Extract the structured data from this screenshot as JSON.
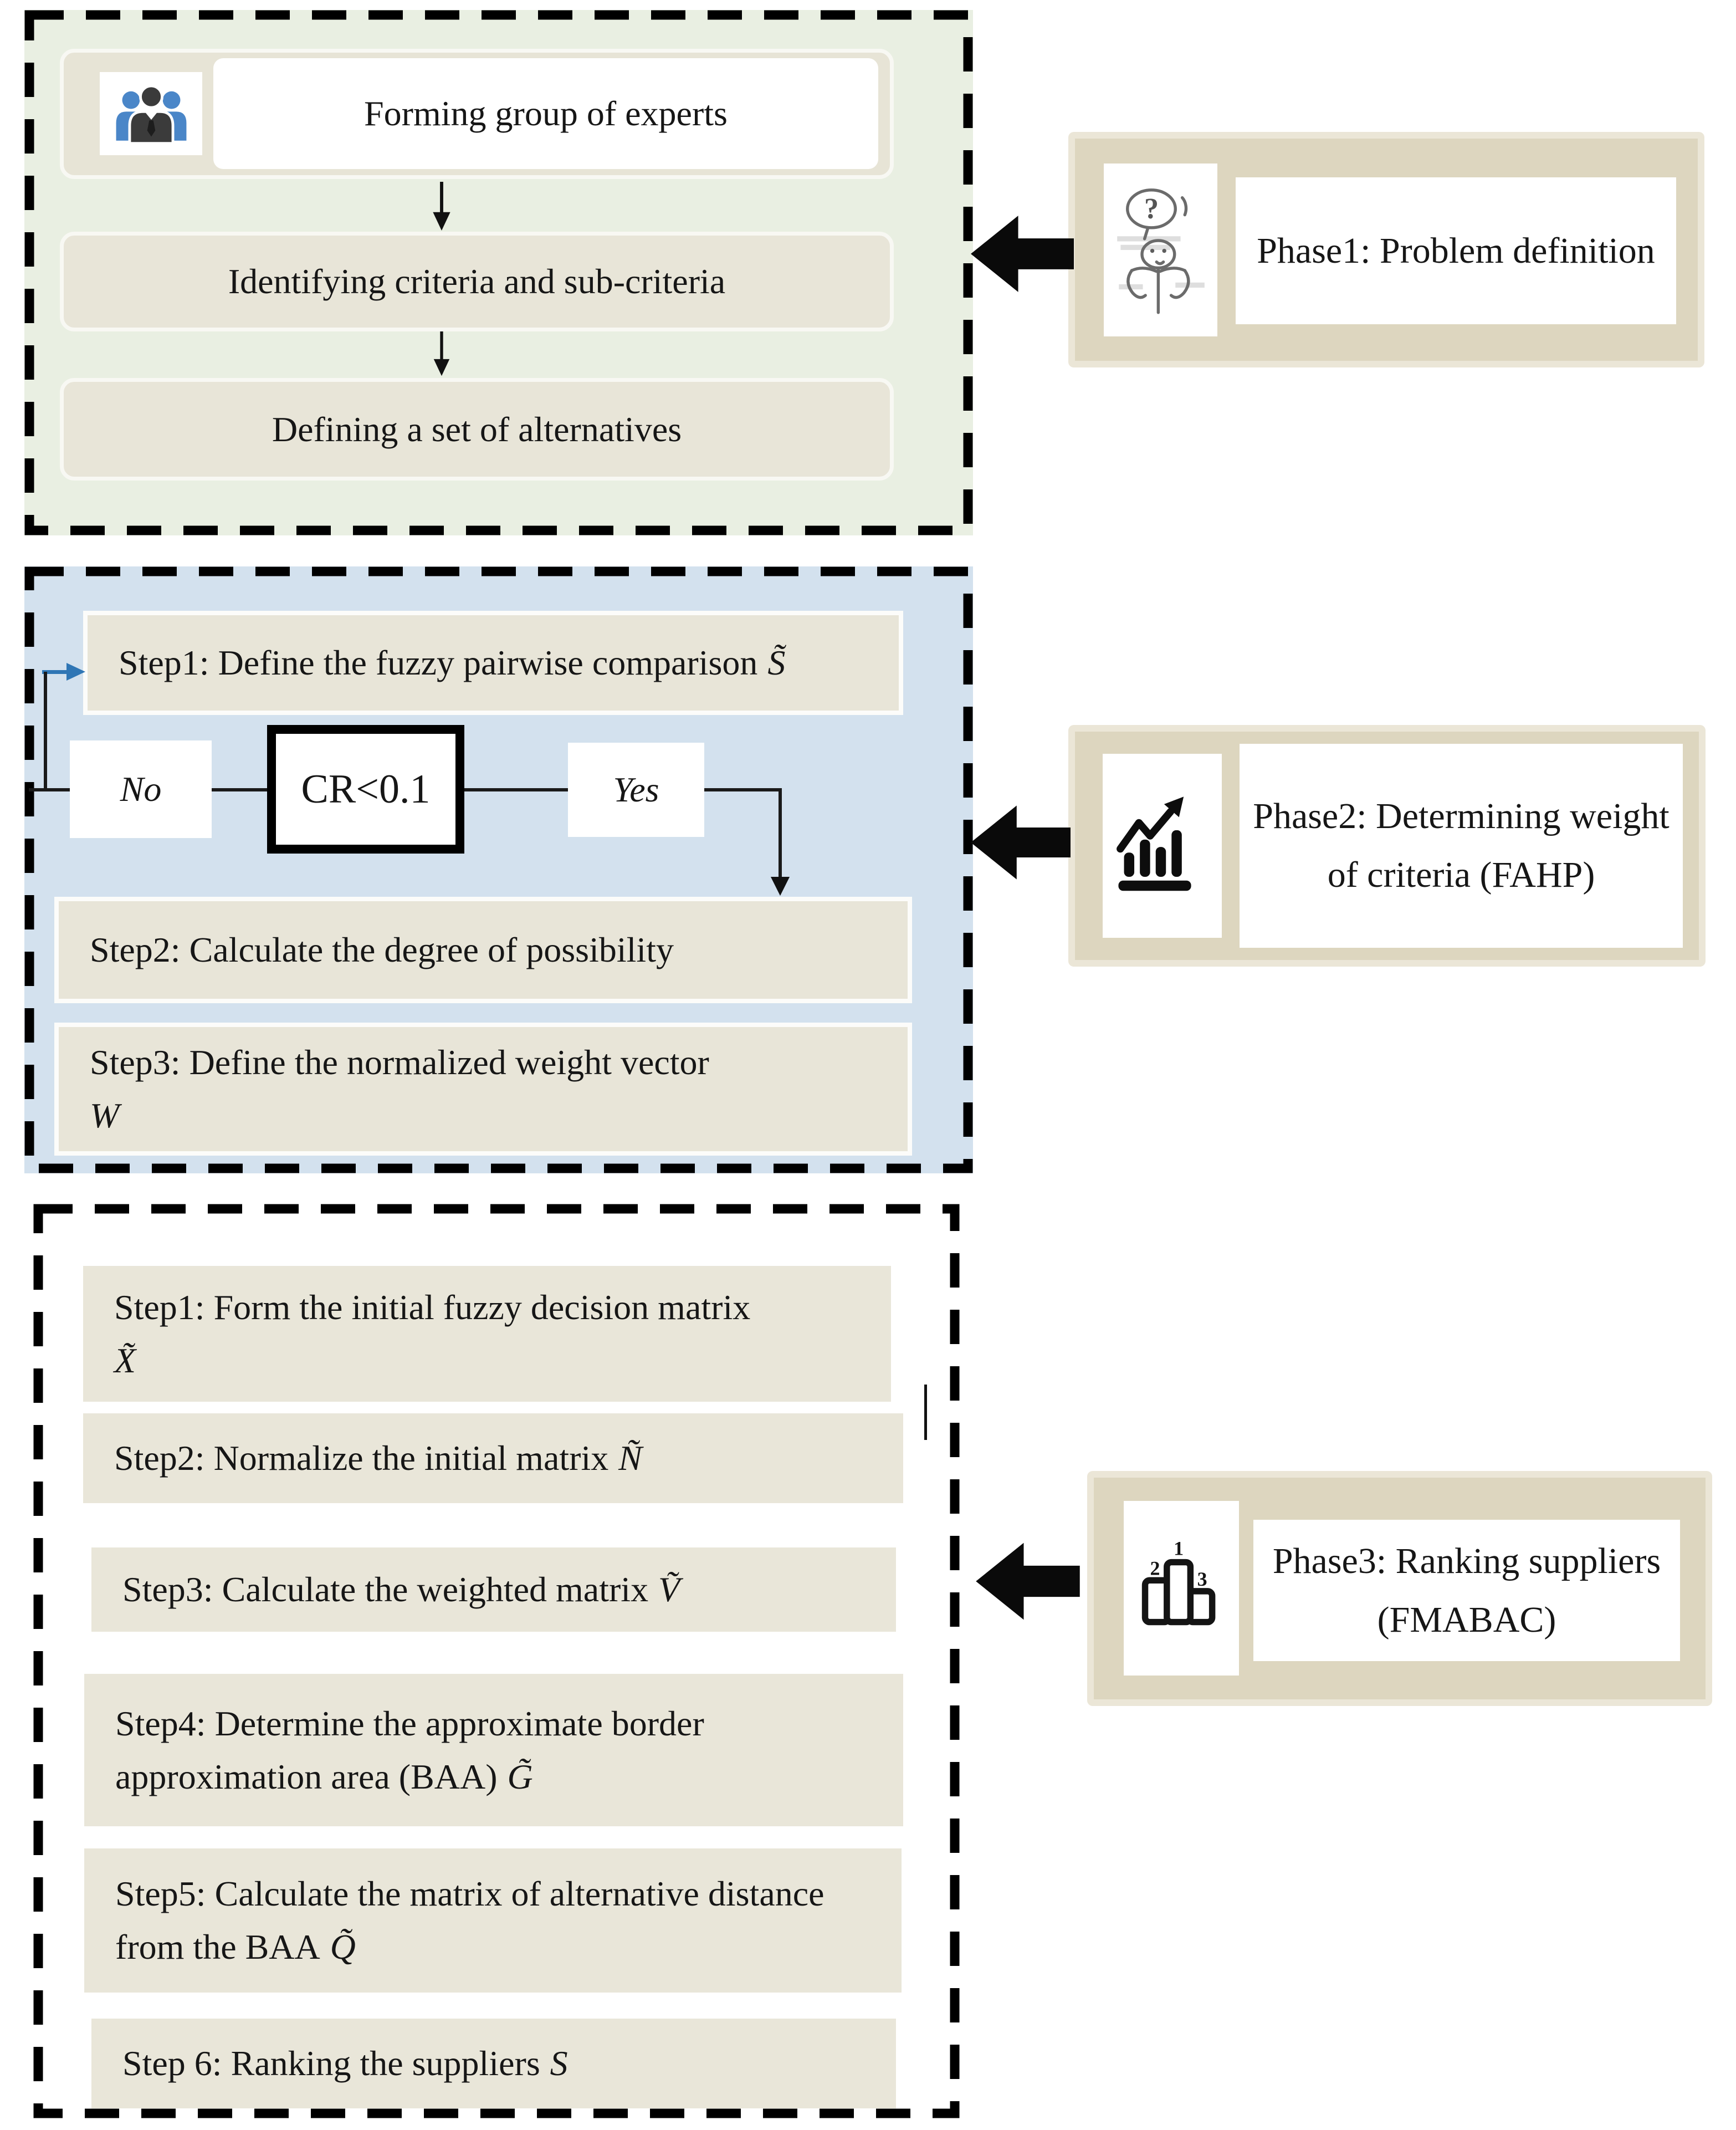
{
  "colors": {
    "phase1_bg": "#e9efe2",
    "phase2_bg": "#d3e1ee",
    "phase3_bg": "#ffffff",
    "step_fill": "#e8e5d8",
    "label_frame": "#ddd6bf",
    "dash_border": "#000000",
    "loop_arrow_blue": "#2f76b5",
    "person_blue": "#4a86c8",
    "person_dark": "#3b3b3b"
  },
  "phase1": {
    "title": "Phase1: Problem definition",
    "icon": "experts-group-icon",
    "label_icon": "confused-person-icon",
    "label_icon_text": "?",
    "steps": [
      "Forming group of experts",
      "Identifying criteria and sub-criteria",
      "Defining a set of alternatives"
    ]
  },
  "phase2": {
    "title": "Phase2: Determining weight of criteria (FAHP)",
    "label_icon": "growth-chart-icon",
    "step1": {
      "text": "Step1: Define the fuzzy pairwise comparison",
      "symbol": "S̃"
    },
    "decision": {
      "condition": "CR<0.1",
      "no": "No",
      "yes": "Yes"
    },
    "step2": {
      "text": "Step2: Calculate the degree of possibility"
    },
    "step3": {
      "text": "Step3: Define the normalized weight vector",
      "symbol": "W"
    }
  },
  "phase3": {
    "title": "Phase3: Ranking suppliers (FMABAC)",
    "label_icon": "podium-ranking-icon",
    "podium_numbers": [
      "1",
      "2",
      "3"
    ],
    "steps": [
      {
        "text": "Step1: Form the initial fuzzy decision matrix",
        "symbol": "X̃"
      },
      {
        "text": "Step2: Normalize the initial matrix",
        "symbol": "Ñ"
      },
      {
        "text": "Step3: Calculate the weighted matrix",
        "symbol": "Ṽ"
      },
      {
        "text": "Step4: Determine the approximate border approximation area (BAA)",
        "symbol": "G̃"
      },
      {
        "text": "Step5: Calculate the matrix of alternative distance from the BAA",
        "symbol": "Q̃"
      },
      {
        "text": "Step 6: Ranking the suppliers",
        "symbol": "S"
      }
    ]
  }
}
